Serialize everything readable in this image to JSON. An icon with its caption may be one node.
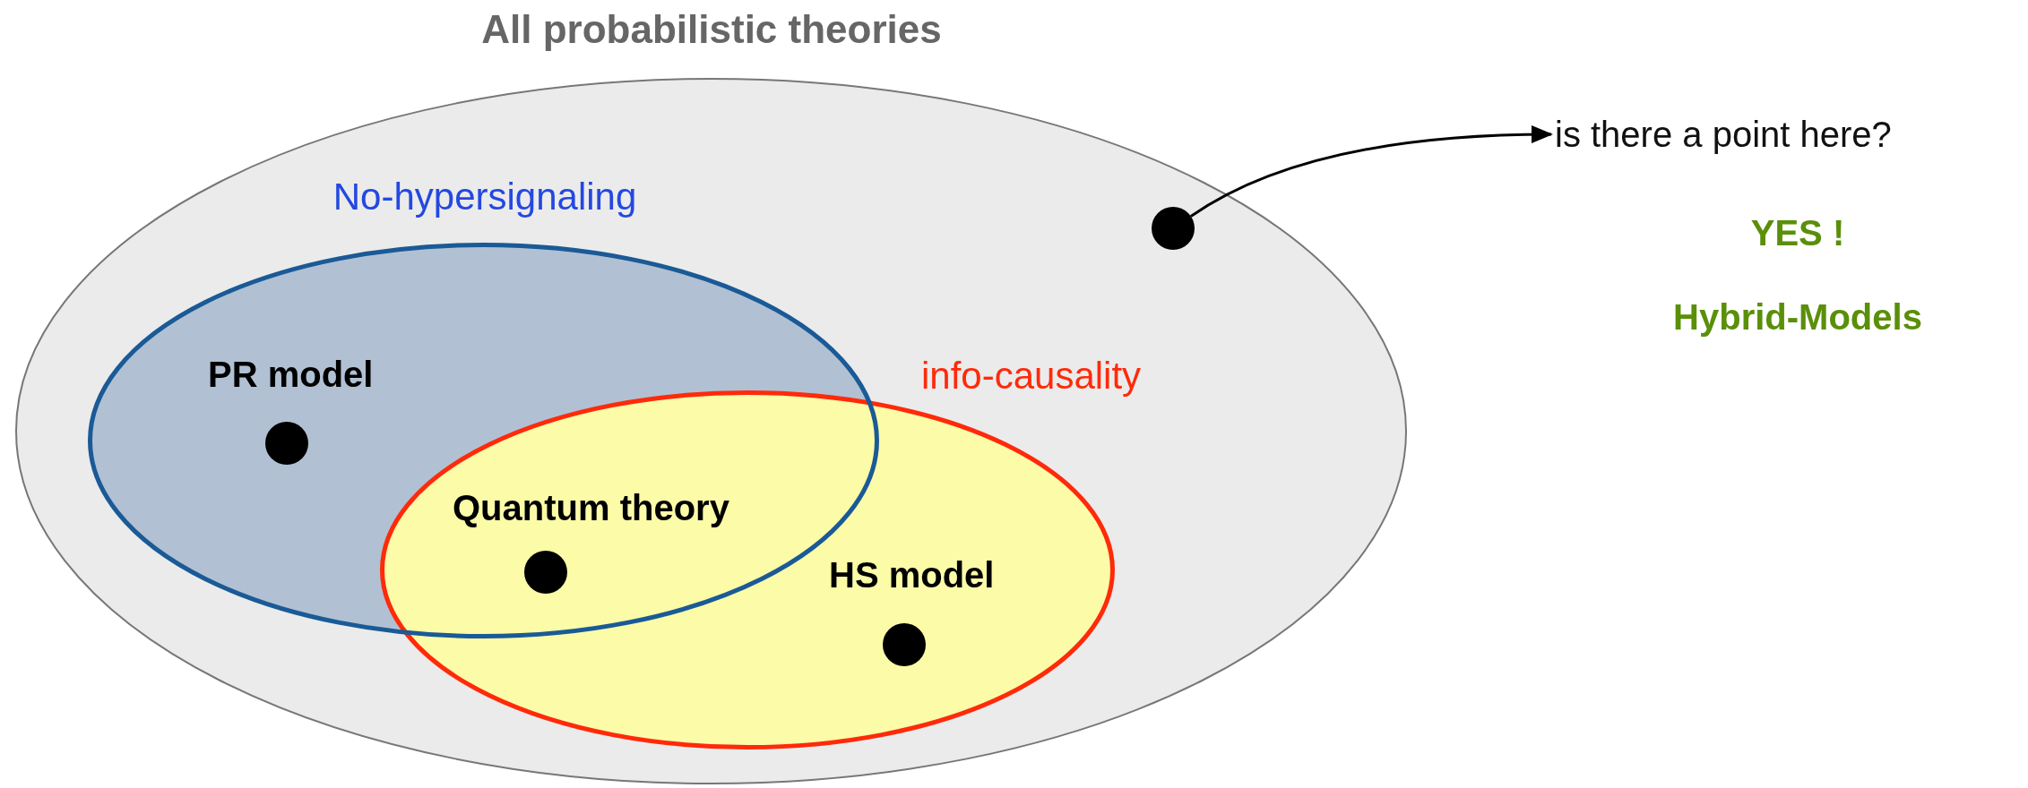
{
  "diagram": {
    "nodes": [
      {
        "text": [
          "All probabilistic theories"
        ]
      },
      {
        "text": [
          "No-hypersignaling"
        ],
        "in": 0
      },
      {
        "text": [
          "info-causality"
        ],
        "in": 0
      },
      {
        "text": [],
        "shape": "circle",
        "in": 1,
        "beside": [
          "PR model"
        ]
      },
      {
        "text": [],
        "shape": "circle",
        "beside": [
          "Quantum theory"
        ]
      },
      {
        "text": [],
        "shape": "circle",
        "in": 2,
        "beside": [
          "HS model"
        ]
      },
      {
        "text": [],
        "shape": "circle",
        "in": 0
      },
      {
        "text": [
          "is there a point here?"
        ]
      }
    ],
    "edges": [
      {
        "from": 6,
        "to": 7,
        "arrow": "to"
      }
    ],
    "labels": [
      "YES !",
      "Hybrid-Models"
    ]
  }
}
